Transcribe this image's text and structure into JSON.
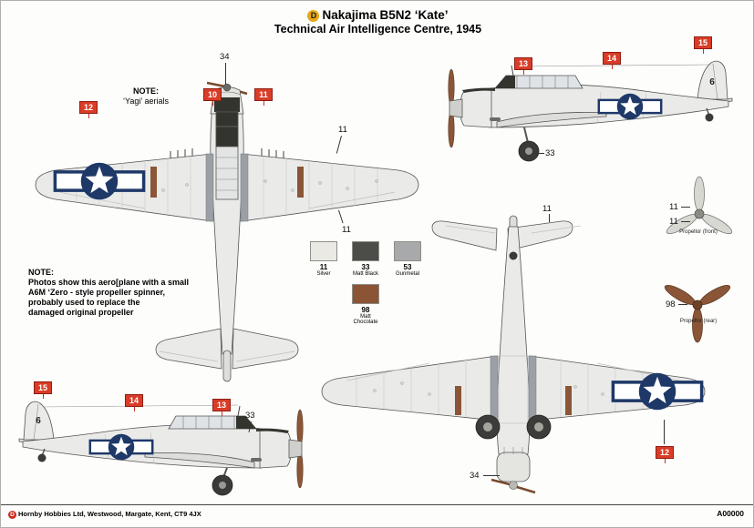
{
  "header": {
    "brand_letter": "D",
    "title": "Nakajima B5N2 ‘Kate’",
    "subtitle": "Technical Air Intelligence Centre, 1945"
  },
  "notes": {
    "yagi_title": "NOTE:",
    "yagi_body": "‘Yagi’ aerials",
    "spinner_title": "NOTE:",
    "spinner_lines": [
      "Photos show this aero[plane with a small",
      "A6M ‘Zero - style propeller spinner,",
      "probably used to replace the",
      "damaged original propeller"
    ]
  },
  "paint_swatches": [
    {
      "code": "11",
      "name": "Silver",
      "hex": "#eae9e3"
    },
    {
      "code": "33",
      "name": "Matt Black",
      "hex": "#4c4c48"
    },
    {
      "code": "53",
      "name": "Gunmetal",
      "hex": "#a7a9ab"
    },
    {
      "code": "98",
      "name": "Matt Chocolate",
      "hex": "#8a5435"
    }
  ],
  "colors": {
    "callout_red": "#d93c27",
    "insignia_blue": "#1e3868",
    "chocolate": "#8a5637",
    "gunmetal": "#9aa0a5"
  },
  "views": {
    "top_plan": {
      "c12": "12",
      "c10": "10",
      "c11": "11",
      "l34": "34",
      "l11_wing": "11",
      "l11_aileron": "11"
    },
    "side_upper": {
      "c13": "13",
      "c14": "14",
      "c15": "15",
      "l33": "33",
      "tail_code": "6"
    },
    "side_lower": {
      "c15": "15",
      "c14": "14",
      "c13": "13",
      "l33": "33",
      "tail_code": "6"
    },
    "bottom_plan": {
      "c12": "12",
      "l11": "11",
      "l34": "34"
    },
    "propellers": {
      "front_caption": "Propellor (front)",
      "rear_caption": "Propellor (rear)",
      "front_l11_blade": "11",
      "front_l11_hub": "11",
      "rear_l98": "98"
    }
  },
  "footer": {
    "brand_letter": "D",
    "left_text": "Hornby Hobbies Ltd, Westwood, Margate, Kent, CT9 4JX",
    "right_text": "A00000"
  }
}
